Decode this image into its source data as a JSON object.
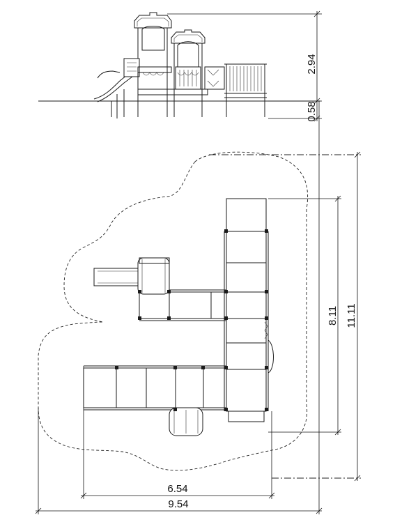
{
  "elevation": {
    "height_total": "2.94",
    "height_base": "0.58"
  },
  "plan": {
    "length_vertical_inner": "8.11",
    "length_vertical_outer": "11.11",
    "width_inner": "6.54",
    "width_outer": "9.54"
  }
}
